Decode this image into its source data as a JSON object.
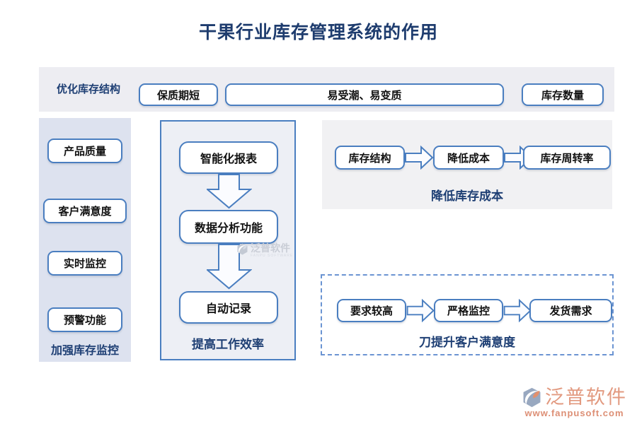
{
  "title": "干果行业库存管理系统的作用",
  "colors": {
    "navy_text": "#1e3c6e",
    "box_border_blue": "#4a7ec0",
    "top_band_bg": "#ededf2",
    "left_band_bg": "#dde2ef",
    "mid_panel_bg": "#edeff5",
    "right_panel_bg": "#f1f1f3",
    "brand_salmon": "#e2997f"
  },
  "icons": {
    "down_arrow": "block-down-arrow",
    "right_arrow": "block-right-arrow",
    "logo": "fanpu-logo"
  },
  "top_row": {
    "label": "优化库存结构",
    "boxes": [
      "保质期短",
      "易受潮、易变质",
      "库存数量"
    ]
  },
  "left_panel": {
    "boxes": [
      "产品质量",
      "客户满意度",
      "实时监控",
      "预警功能"
    ],
    "label": "加强库存监控"
  },
  "middle_panel": {
    "boxes": [
      "智能化报表",
      "数据分析功能",
      "自动记录"
    ],
    "label": "提高工作效率",
    "watermark": {
      "brand": "泛普软件",
      "sub": "FANPU SOFTWARE"
    }
  },
  "right_top_panel": {
    "boxes": [
      "库存结构",
      "降低成本",
      "库存周转率"
    ],
    "label": "降低库存成本"
  },
  "right_bottom_panel": {
    "boxes": [
      "要求较高",
      "严格监控",
      "发货需求"
    ],
    "label": "刀提升客户满意度"
  },
  "footer": {
    "brand": "泛普软件",
    "url": "www.fanpusoft.com"
  }
}
